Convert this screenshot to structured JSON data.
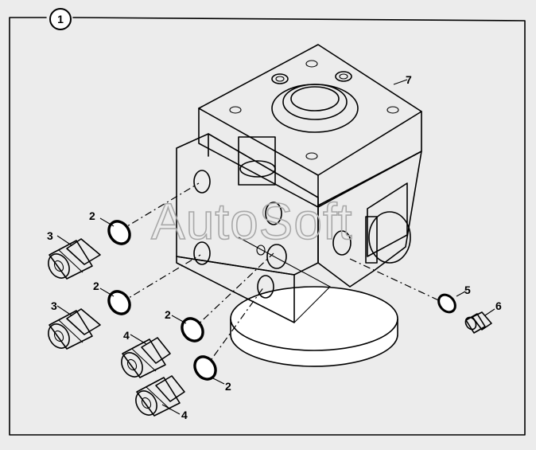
{
  "figure": {
    "badge": "1",
    "watermark": "AutoSoft",
    "callouts": [
      {
        "id": "c7",
        "text": "7"
      },
      {
        "id": "c2a",
        "text": "2"
      },
      {
        "id": "c3a",
        "text": "3"
      },
      {
        "id": "c2b",
        "text": "2"
      },
      {
        "id": "c3b",
        "text": "3"
      },
      {
        "id": "c2c",
        "text": "2"
      },
      {
        "id": "c4a",
        "text": "4"
      },
      {
        "id": "c2d",
        "text": "2"
      },
      {
        "id": "c4b",
        "text": "4"
      },
      {
        "id": "c5",
        "text": "5"
      },
      {
        "id": "c6",
        "text": "6"
      }
    ]
  }
}
